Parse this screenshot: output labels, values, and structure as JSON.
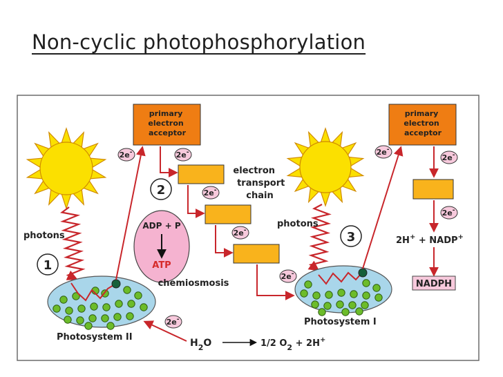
{
  "title": "Non-cyclic photophosphorylation",
  "diagram": {
    "acceptor_1": [
      "primary",
      "electron",
      "acceptor"
    ],
    "acceptor_2": [
      "primary",
      "electron",
      "acceptor"
    ],
    "electron_transport_chain": [
      "electron",
      "transport",
      "chain"
    ],
    "photons_1": "photons",
    "photons_2": "photons",
    "step_1": "1",
    "step_2": "2",
    "step_3": "3",
    "adp_p": "ADP + P",
    "atp": "ATP",
    "chemiosmosis": "chemiosmosis",
    "photosystem_2": "Photosystem II",
    "photosystem_1": "Photosystem I",
    "electron_label": "2e",
    "electron_superscript": "-",
    "nadp_left": "2H",
    "nadp_plus1": "+",
    "nadp_right": " + NADP",
    "nadp_plus2": "+",
    "nadph": "NADPH",
    "water_h": "H",
    "water_sub": "2",
    "water_o": "O",
    "oxygen_left": "1/2 O",
    "oxygen_sub": "2",
    "oxygen_right": " + 2H",
    "oxygen_plus": "+",
    "colors": {
      "acceptor": "#ef7d13",
      "transport_box": "#f9b31c",
      "sun": "#fbe000",
      "sun_stroke": "#d08a00",
      "photosystem": "#a9d6ea",
      "pigment": "#6cbc2a",
      "reaction_center": "#16603a",
      "arrow": "#c8262b",
      "atp_bubble": "#f5b3d0",
      "atp_text": "#d62a2a",
      "electron_badge": "#f7c9dc",
      "nadph_box": "#f7c9dc",
      "frame": "#6b6b6b"
    }
  }
}
